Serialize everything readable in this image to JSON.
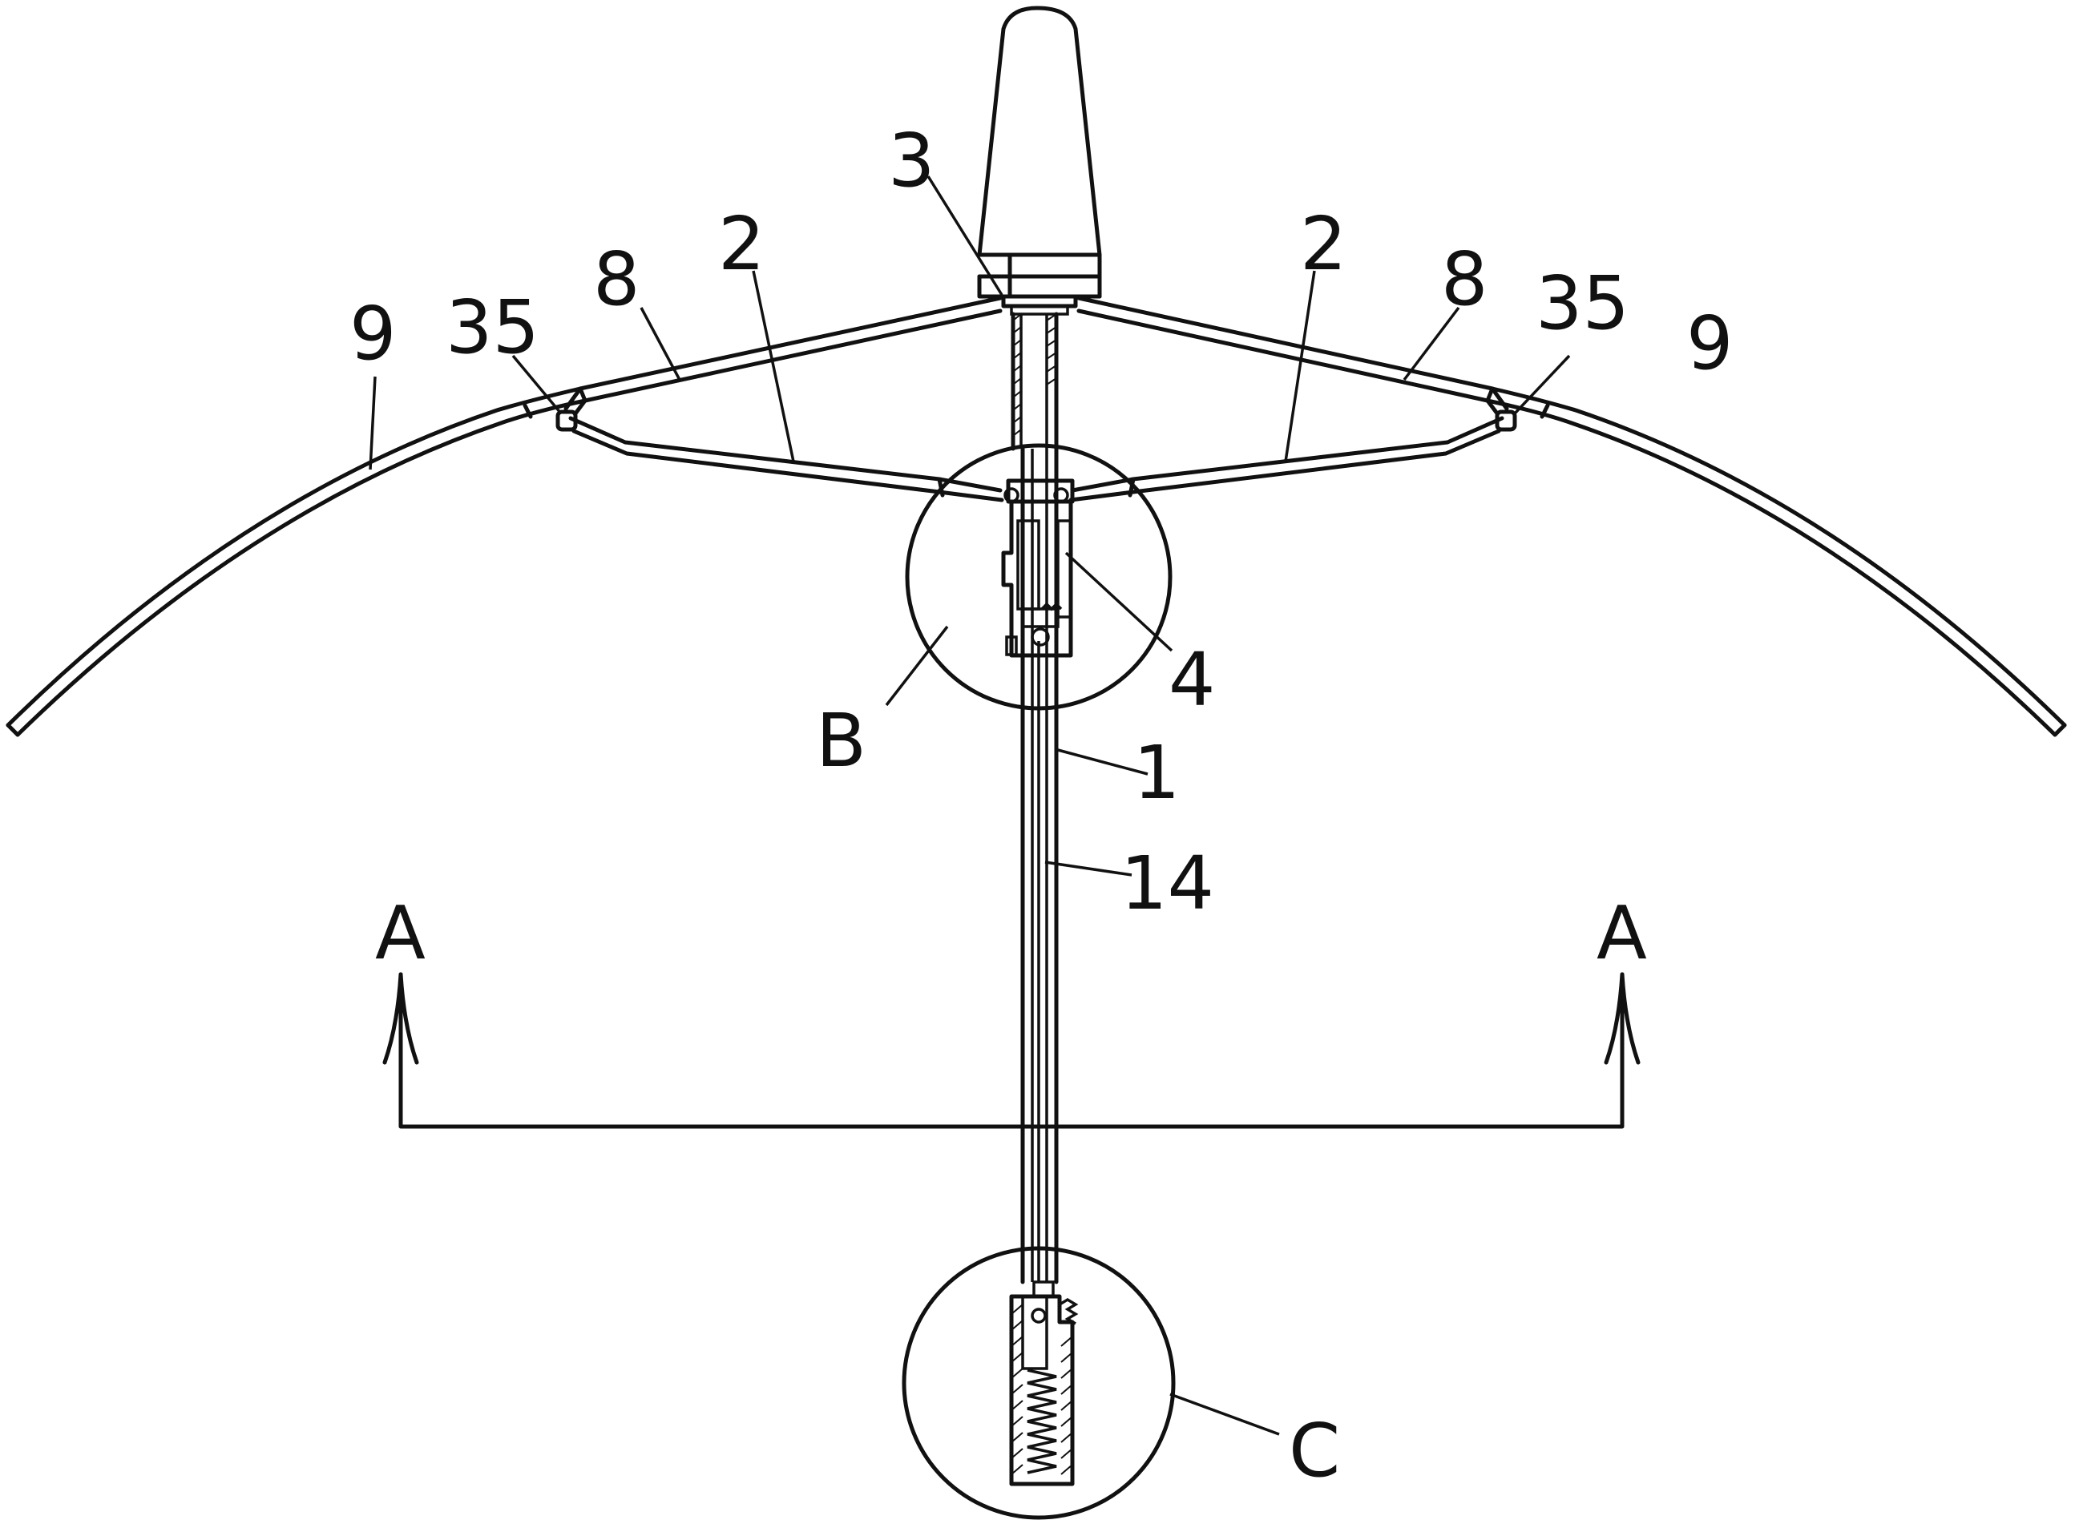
{
  "figure": {
    "labels": {
      "top_hub": "3",
      "left_rib": "2",
      "right_rib": "2",
      "left_stretcher": "8",
      "right_stretcher": "8",
      "left_joint": "35",
      "right_joint": "35",
      "left_canopy": "9",
      "right_canopy": "9",
      "runner": "4",
      "shaft": "1",
      "inner_rod": "14",
      "detail_b": "B",
      "detail_c": "C",
      "section_left": "A",
      "section_right": "A"
    }
  }
}
